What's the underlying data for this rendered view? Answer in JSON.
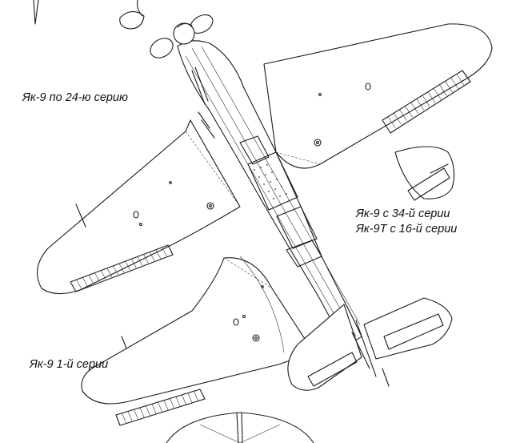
{
  "labels": {
    "variant_24": "Як-9 по 24-ю серию",
    "variant_34_line1": "Як-9 с 34-й серии",
    "variant_34_line2": "Як-9Т с 16-й серии",
    "variant_1": "Як-9 1-й серии"
  },
  "colors": {
    "line": "#1a1a1a",
    "background": "#ffffff"
  }
}
